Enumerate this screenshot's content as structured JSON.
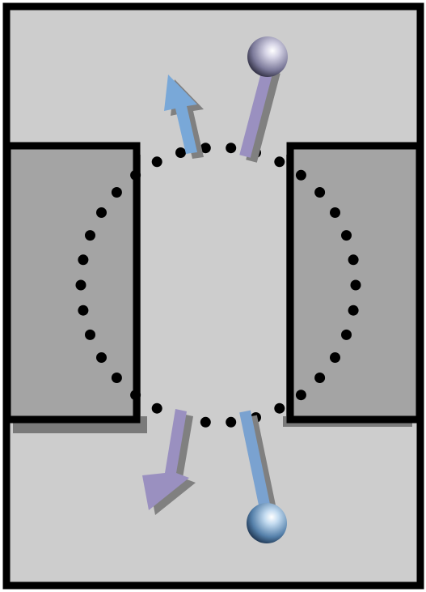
{
  "colors": {
    "background": "#cdcdcd",
    "frame": "#000000",
    "pole": "#a4a4a4",
    "shadow": "#7a7a7a",
    "orbit_dot": "#000000",
    "particle_top_stick": "#9a90c0",
    "particle_top_ball": "#9a98b8",
    "particle_bottom_stick": "#7aa2d0",
    "particle_bottom_ball": "#6f9dc8",
    "arrow_top": "#79a8d8",
    "arrow_bottom": "#9a90c0"
  },
  "elements": {
    "left_pole": "pole-block",
    "right_pole": "pole-block",
    "orbit": "dotted-orbit",
    "incoming_top": "particle-with-stick",
    "incoming_bottom": "particle-with-stick",
    "outgoing_top": "arrow-up",
    "outgoing_bottom": "arrow-down"
  }
}
